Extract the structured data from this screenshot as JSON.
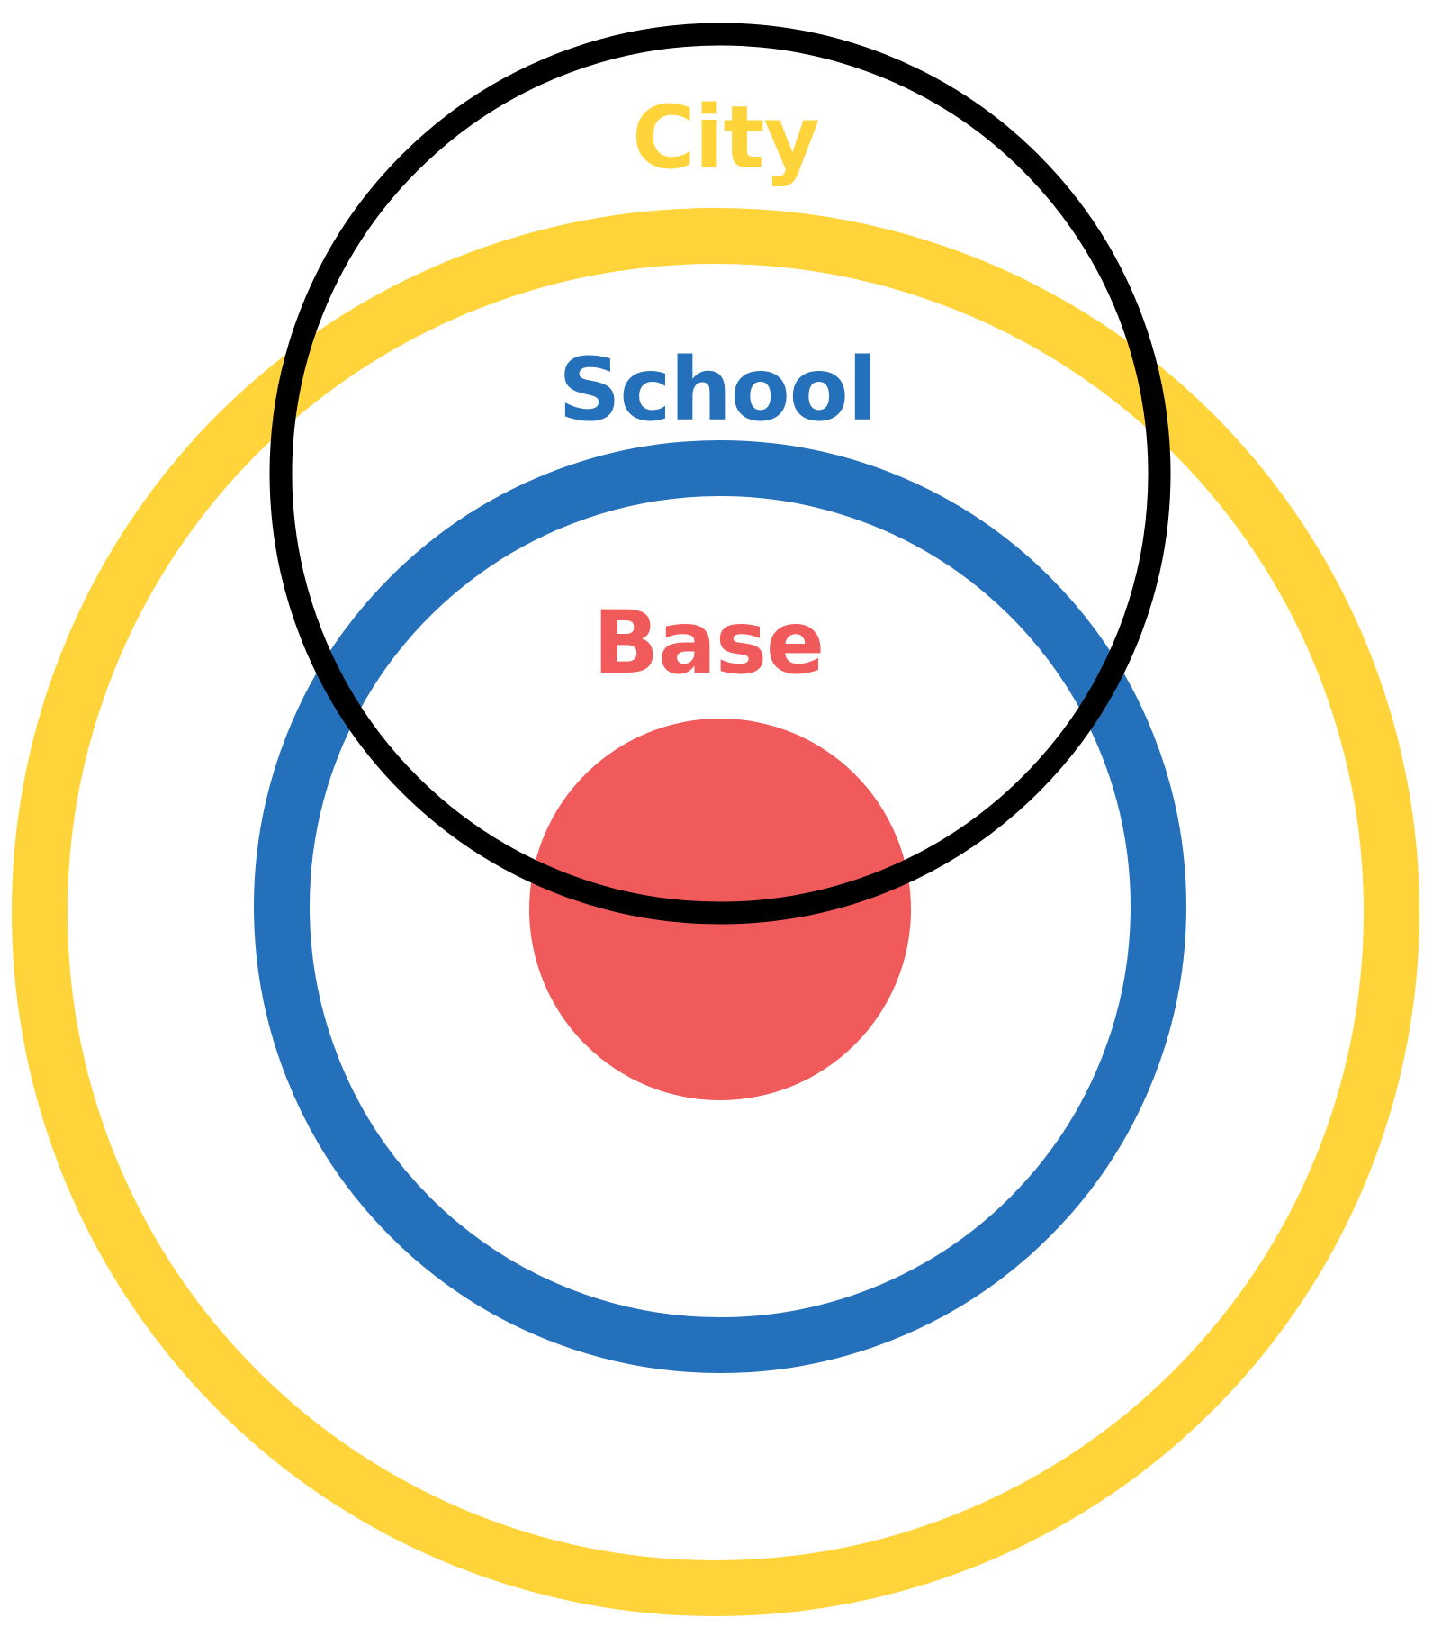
{
  "diagram": {
    "regions": [
      {
        "id": "city",
        "label": "City",
        "color": "#FFD43B"
      },
      {
        "id": "school",
        "label": "School",
        "color": "#2570BA"
      },
      {
        "id": "base",
        "label": "Base",
        "color": "#F05A5B"
      }
    ],
    "overlay_circle": {
      "color": "#000000"
    }
  }
}
